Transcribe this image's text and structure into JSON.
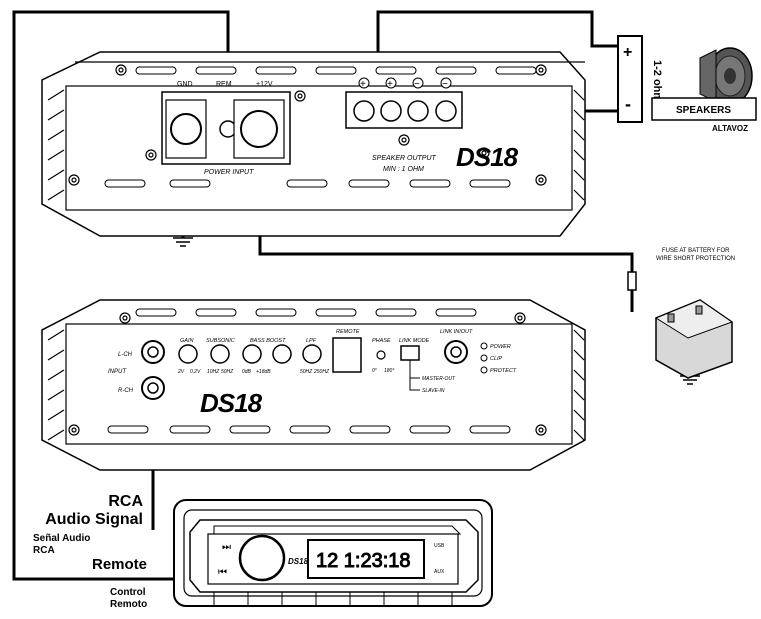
{
  "power_amp": {
    "terminals": {
      "gnd": "GND",
      "rem": "REM",
      "v12": "+12V"
    },
    "power_input_label": "POWER INPUT",
    "speaker_output_label": "SPEAKER OUTPUT",
    "speaker_output_spec": "MIN : 1 OHM",
    "speaker_terminal_signs": [
      "+",
      "+",
      "−",
      "−"
    ],
    "logo": "DS18"
  },
  "speaker": {
    "plus_sign": "+",
    "minus_sign": "-",
    "impedance": "1-2 ohm",
    "label": "SPEAKERS",
    "label_es": "ALTAVOZ"
  },
  "fuse": {
    "line1": "FUSE AT BATTERY FOR",
    "line2": "WIRE SHORT PROTECTION"
  },
  "control_amp": {
    "input_l": "L-CH",
    "input_label": "INPUT",
    "input_r": "R-CH",
    "knobs": [
      {
        "label": "GAIN",
        "min": "2V",
        "max": "0.2V"
      },
      {
        "label": "SUBSONIC",
        "min": "10HZ",
        "max": "50HZ"
      },
      {
        "label": "BASS BOOST",
        "min": "0dB",
        "max": "+18dB"
      },
      {
        "label": "LPF",
        "min": "50HZ",
        "max": "250HZ"
      }
    ],
    "remote_label": "REMOTE",
    "phase_label": "PHASE",
    "phase_min": "0°",
    "phase_max": "180°",
    "link_mode_label": "LINK MODE",
    "link_inout_label": "LINK IN/OUT",
    "master_out": "MASTER-OUT",
    "slave_in": "SLAVE-IN",
    "leds": [
      "POWER",
      "CLIP",
      "PROTECT"
    ],
    "logo": "DS18"
  },
  "head_unit": {
    "display": "12 1:23:18",
    "usb": "USB",
    "aux": "AUX",
    "next_icon": "⏭",
    "prev_icon": "⏮",
    "logo": "DS18"
  },
  "labels": {
    "rca_line1": "RCA",
    "rca_line2": "Audio Signal",
    "senal_line1": "Señal Audio",
    "senal_line2": "RCA",
    "remote": "Remote",
    "control_line1": "Control",
    "control_line2": "Remoto"
  }
}
